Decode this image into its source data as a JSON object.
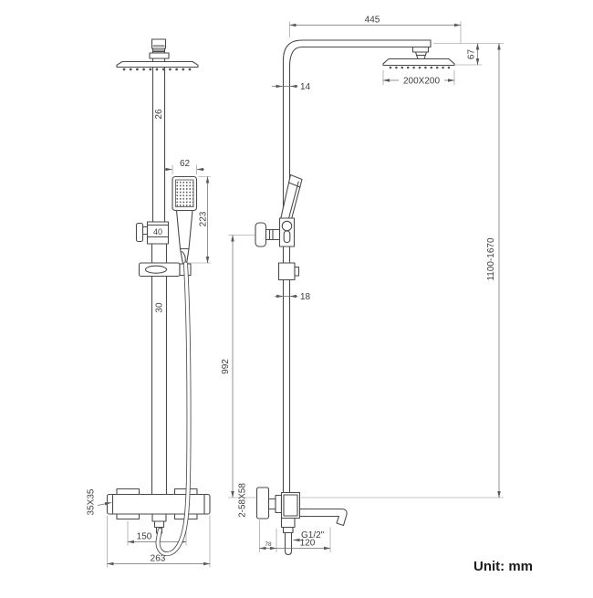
{
  "drawing": {
    "front_view": {
      "upper_pipe": "26",
      "handset_width": "62",
      "handset_length": "223",
      "diverter_size": "40",
      "lower_pipe": "30",
      "wall_bracket": "35X35",
      "inlet_spacing": "150",
      "valve_width": "263"
    },
    "side_view": {
      "arm_reach": "445",
      "head_height": "67",
      "head_size": "200X200",
      "arm_width": "14",
      "rail_width": "18",
      "rail_length": "992",
      "overall_height": "1100-1670",
      "wall_flanges": "2-58X58",
      "hose_thread": "G1/2\"",
      "spout_offset": "78",
      "spout_reach": "120"
    },
    "unit_note": "Unit: mm"
  }
}
